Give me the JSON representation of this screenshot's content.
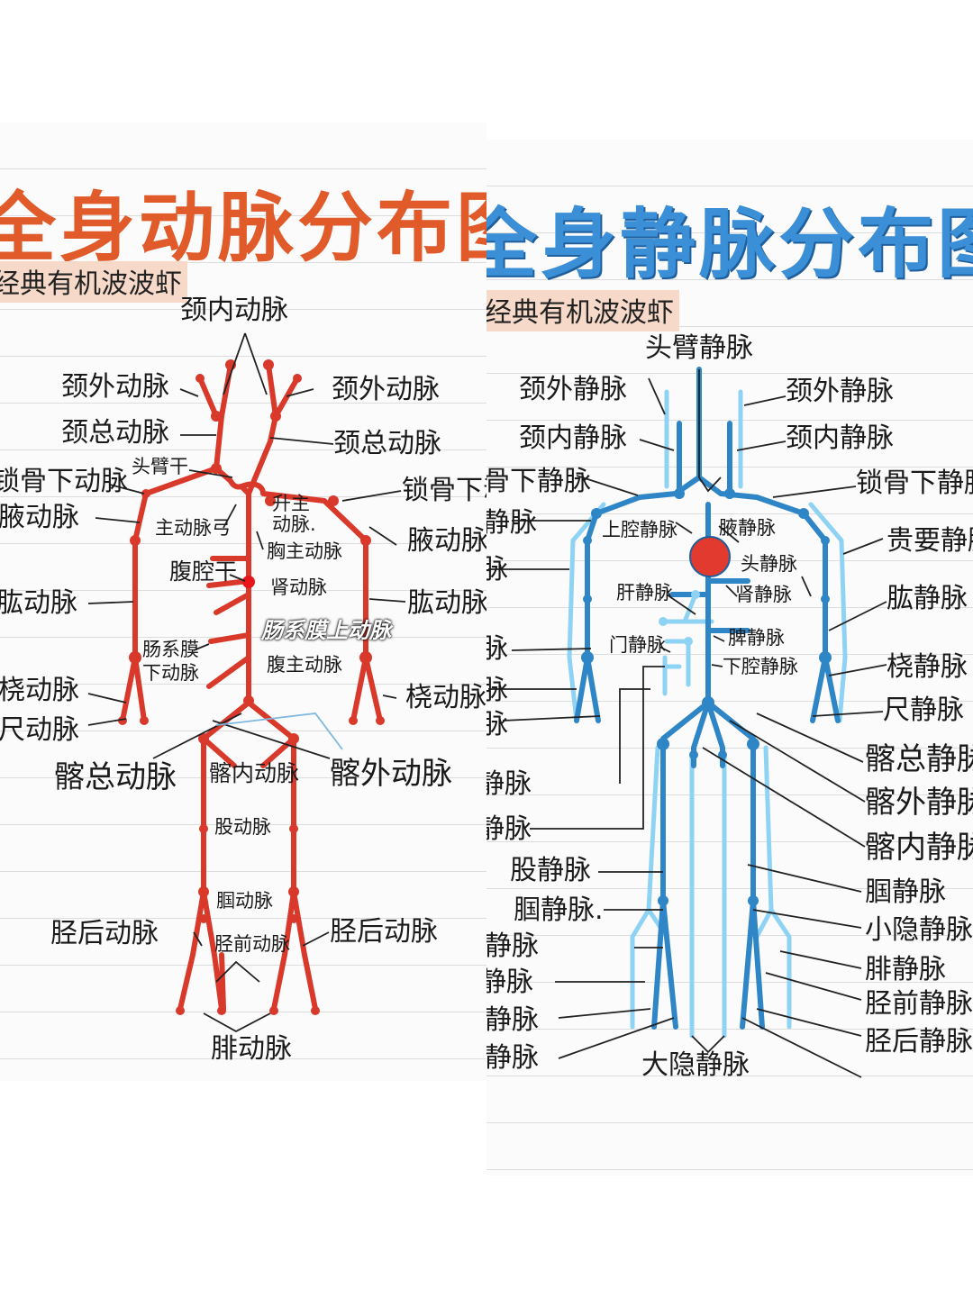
{
  "arteries": {
    "title": "全身动脉分布图",
    "badge": "经典有机波波虾",
    "color": "#d8392b",
    "labels": {
      "internal_carotid": "颈内动脉",
      "external_carotid_left": "颈外动脉",
      "external_carotid_right": "颈外动脉",
      "common_carotid_left": "颈总动脉",
      "common_carotid_right": "颈总动脉",
      "brachiocephalic": "头臂干",
      "subclavian_left": "锁骨下动脉",
      "subclavian_right": "锁骨下动",
      "axillary_left": "腋动脉",
      "axillary_right": "腋动脉",
      "ascending_aorta": "升主动脉.",
      "aortic_arch": "主动脉弓",
      "thoracic_aorta": "胸主动脉",
      "celiac_trunk": "腹腔干",
      "renal": "肾动脉",
      "brachial_left": "肱动脉",
      "brachial_right": "肱动脉",
      "mesenteric_overlay": "肠系膜上动脉",
      "inferior_mesenteric": "肠系膜下动脉",
      "abdominal_aorta": "腹主动脉",
      "radial_left": "桡动脉",
      "radial_right": "桡动脉",
      "ulnar_left": "尺动脉",
      "common_iliac": "髂总动脉",
      "internal_iliac": "髂内动脉",
      "external_iliac": "髂外动脉",
      "femoral": "股动脉",
      "popliteal": "腘动脉",
      "posterior_tibial_left": "胫后动脉",
      "posterior_tibial_right": "胫后动脉",
      "anterior_tibial": "胫前动脉",
      "fibular": "腓动脉"
    }
  },
  "veins": {
    "title": "全身静脉分布图",
    "badge": "经典有机波波虾",
    "color_deep": "#2f86c6",
    "color_superficial": "#8fd3f4",
    "heart_color": "#e23a2e",
    "labels": {
      "cephalic": "头臂静脉",
      "external_jugular_left": "颈外静脉",
      "external_jugular_right": "颈外静脉",
      "internal_jugular_left": "颈内静脉",
      "internal_jugular_right": "颈内静脉",
      "subclavian_left": "锁骨下静脉",
      "subclavian_right": "锁骨下静脉",
      "axillary_left": "腋静脉",
      "svc": "上腔静脉",
      "axillary_right": "腋静脉",
      "basilic": "贵要静脉",
      "head_vein": "头静脉",
      "hepatic": "肝静脉",
      "renal": "肾静脉",
      "brachial_left": "肱静脉",
      "brachial_right": "肱静脉",
      "splenic": "脾静脉",
      "portal": "门静脉",
      "ivc": "下腔静脉",
      "radial_left": "桡静脉",
      "radial_right": "桡静脉",
      "ulnar_left": "尺静脉",
      "ulnar_right": "尺静脉",
      "common_iliac_right": "髂总静脉",
      "external_iliac_right": "髂外静脉",
      "internal_iliac_right": "髂内静脉",
      "superior_mesenteric": "肠系膜上静脉",
      "inferior_mesenteric": "肠系膜下静脉",
      "femoral_left": "股静脉",
      "femoral_right": "股静脉",
      "popliteal_left": "腘静脉",
      "popliteal_right": "腘静脉.",
      "small_saphenous_left": "小隐静脉",
      "small_saphenous_right": "小隐静脉",
      "fibular_left": "腓静脉",
      "fibular_right": "腓静脉",
      "anterior_tibial_left": "胫前静脉",
      "anterior_tibial_right": "胫前静脉",
      "posterior_tibial_left": "胫后静脉",
      "posterior_tibial_right": "胫后静脉",
      "great_saphenous": "大隐静脉"
    }
  }
}
